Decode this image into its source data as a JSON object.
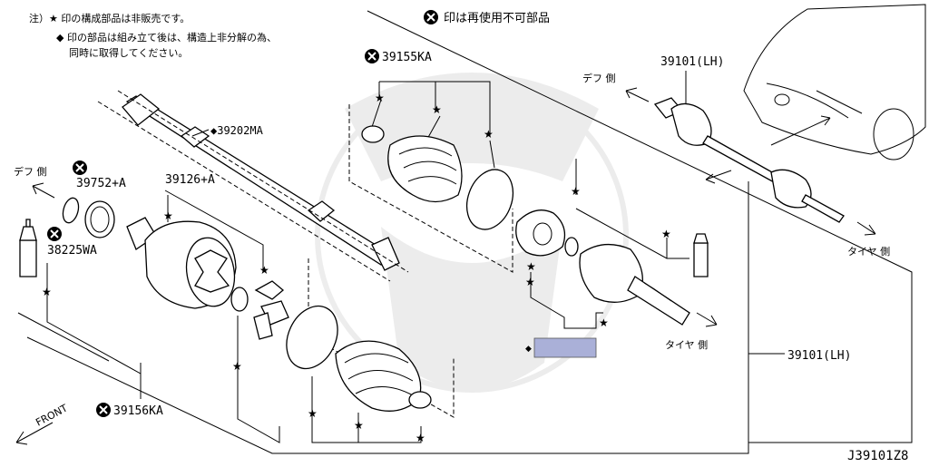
{
  "notes": {
    "line1": "注）★ 印の構成部品は非販売です。",
    "line2": "◆ 印の部品は組み立て後は、構造上非分解の為、",
    "line3": "同時に取得してください。",
    "no_reuse": "印は再使用不可部品"
  },
  "labels": {
    "p39155ka": "39155KA",
    "p39202ma": "◆39202MA",
    "p39752a": "39752+A",
    "p39126a": "39126+A",
    "p38225wa": "38225WA",
    "p39156ka": "39156KA",
    "p39101lh_top": "39101(LH)",
    "p39101lh_bottom": "39101(LH)",
    "diff_left": "デフ 側",
    "diff_top": "デフ 側",
    "tire_right": "タイヤ 側",
    "tire_bottom": "タイヤ 側",
    "front": "FRONT",
    "diamond": "◆",
    "star": "★"
  },
  "highlight_color": "#aab0d8",
  "diagram_code": "J39101Z8"
}
